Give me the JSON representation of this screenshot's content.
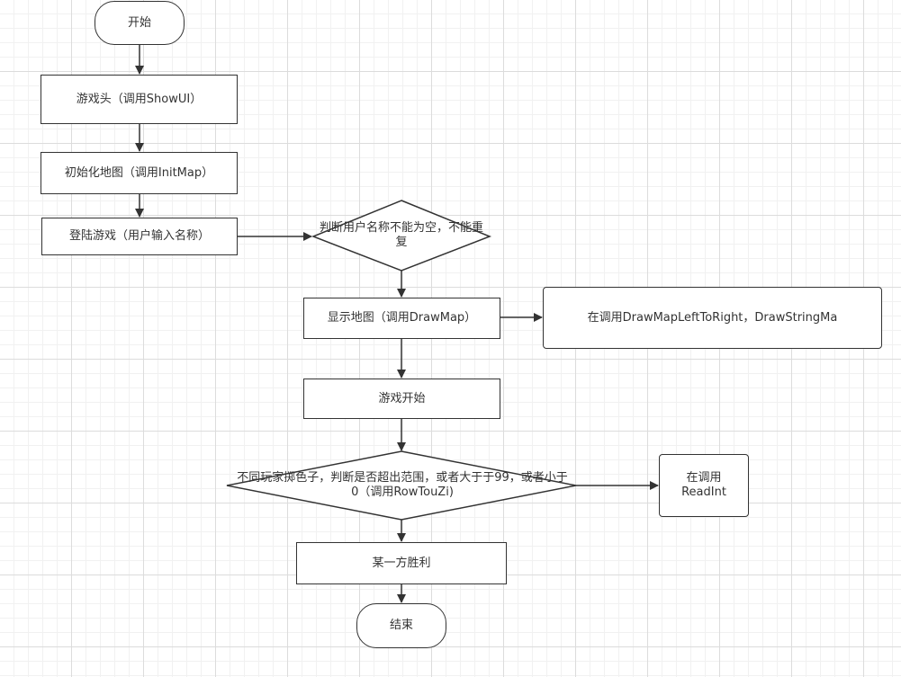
{
  "nodes": {
    "start": {
      "label": "开始"
    },
    "game_header": {
      "label": "游戏头（调用ShowUI）"
    },
    "init_map": {
      "label": "初始化地图（调用InitMap）"
    },
    "login": {
      "label": "登陆游戏（用户输入名称）"
    },
    "check_name": {
      "label": "判断用户名称不能为空，不能重复"
    },
    "show_map": {
      "label": "显示地图（调用DrawMap）"
    },
    "draw_helpers": {
      "label": "在调用DrawMapLeftToRight，DrawStringMa"
    },
    "game_start": {
      "label": "游戏开始"
    },
    "roll_dice": {
      "label": "不同玩家掷色子，判断是否超出范围，或者大于于99，或者小于0（调用RowTouZi)"
    },
    "read_int": {
      "label": "在调用ReadInt"
    },
    "winner": {
      "label": "某一方胜利"
    },
    "end": {
      "label": "结束"
    }
  },
  "colors": {
    "stroke": "#333333",
    "text": "#333333",
    "fill": "#ffffff"
  }
}
